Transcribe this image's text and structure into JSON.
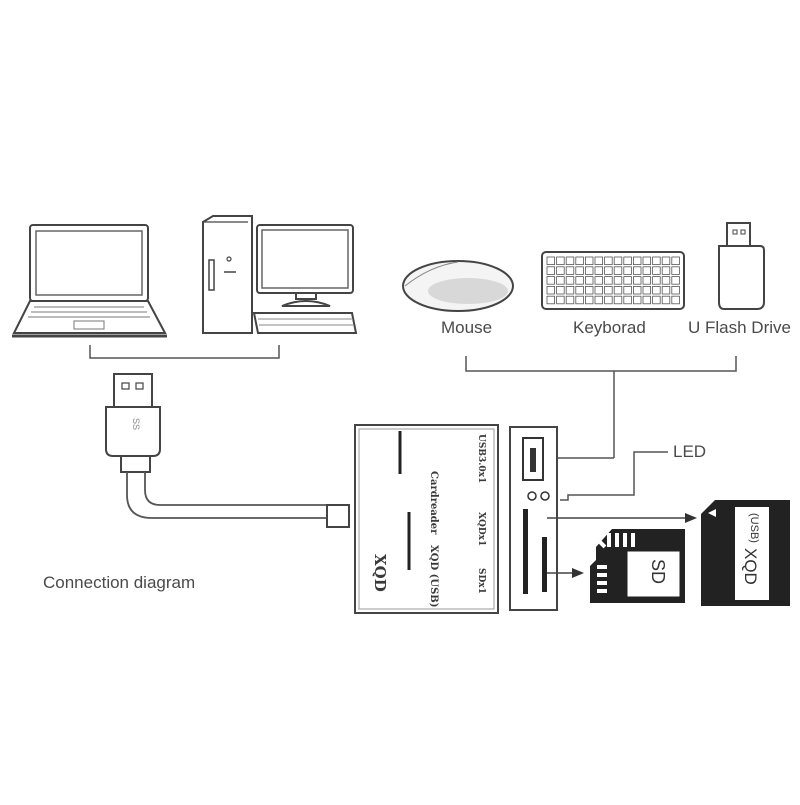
{
  "devices": {
    "mouse_label": "Mouse",
    "keyboard_label": "Keyborad",
    "flash_label": "U Flash Drive"
  },
  "caption": "Connection diagram",
  "led_label": "LED",
  "reader": {
    "brand": "XQD",
    "name": "Cardreader",
    "xqd_usb": "XQD (USB)",
    "port_usb": "USB3.0x1",
    "port_xqd": "XQDx1",
    "port_sd": "SDx1"
  },
  "cards": {
    "sd_label": "SD",
    "xqd_label": "XQD",
    "xqd_sub": "(USB)"
  },
  "usb_plug_mark": "SS"
}
